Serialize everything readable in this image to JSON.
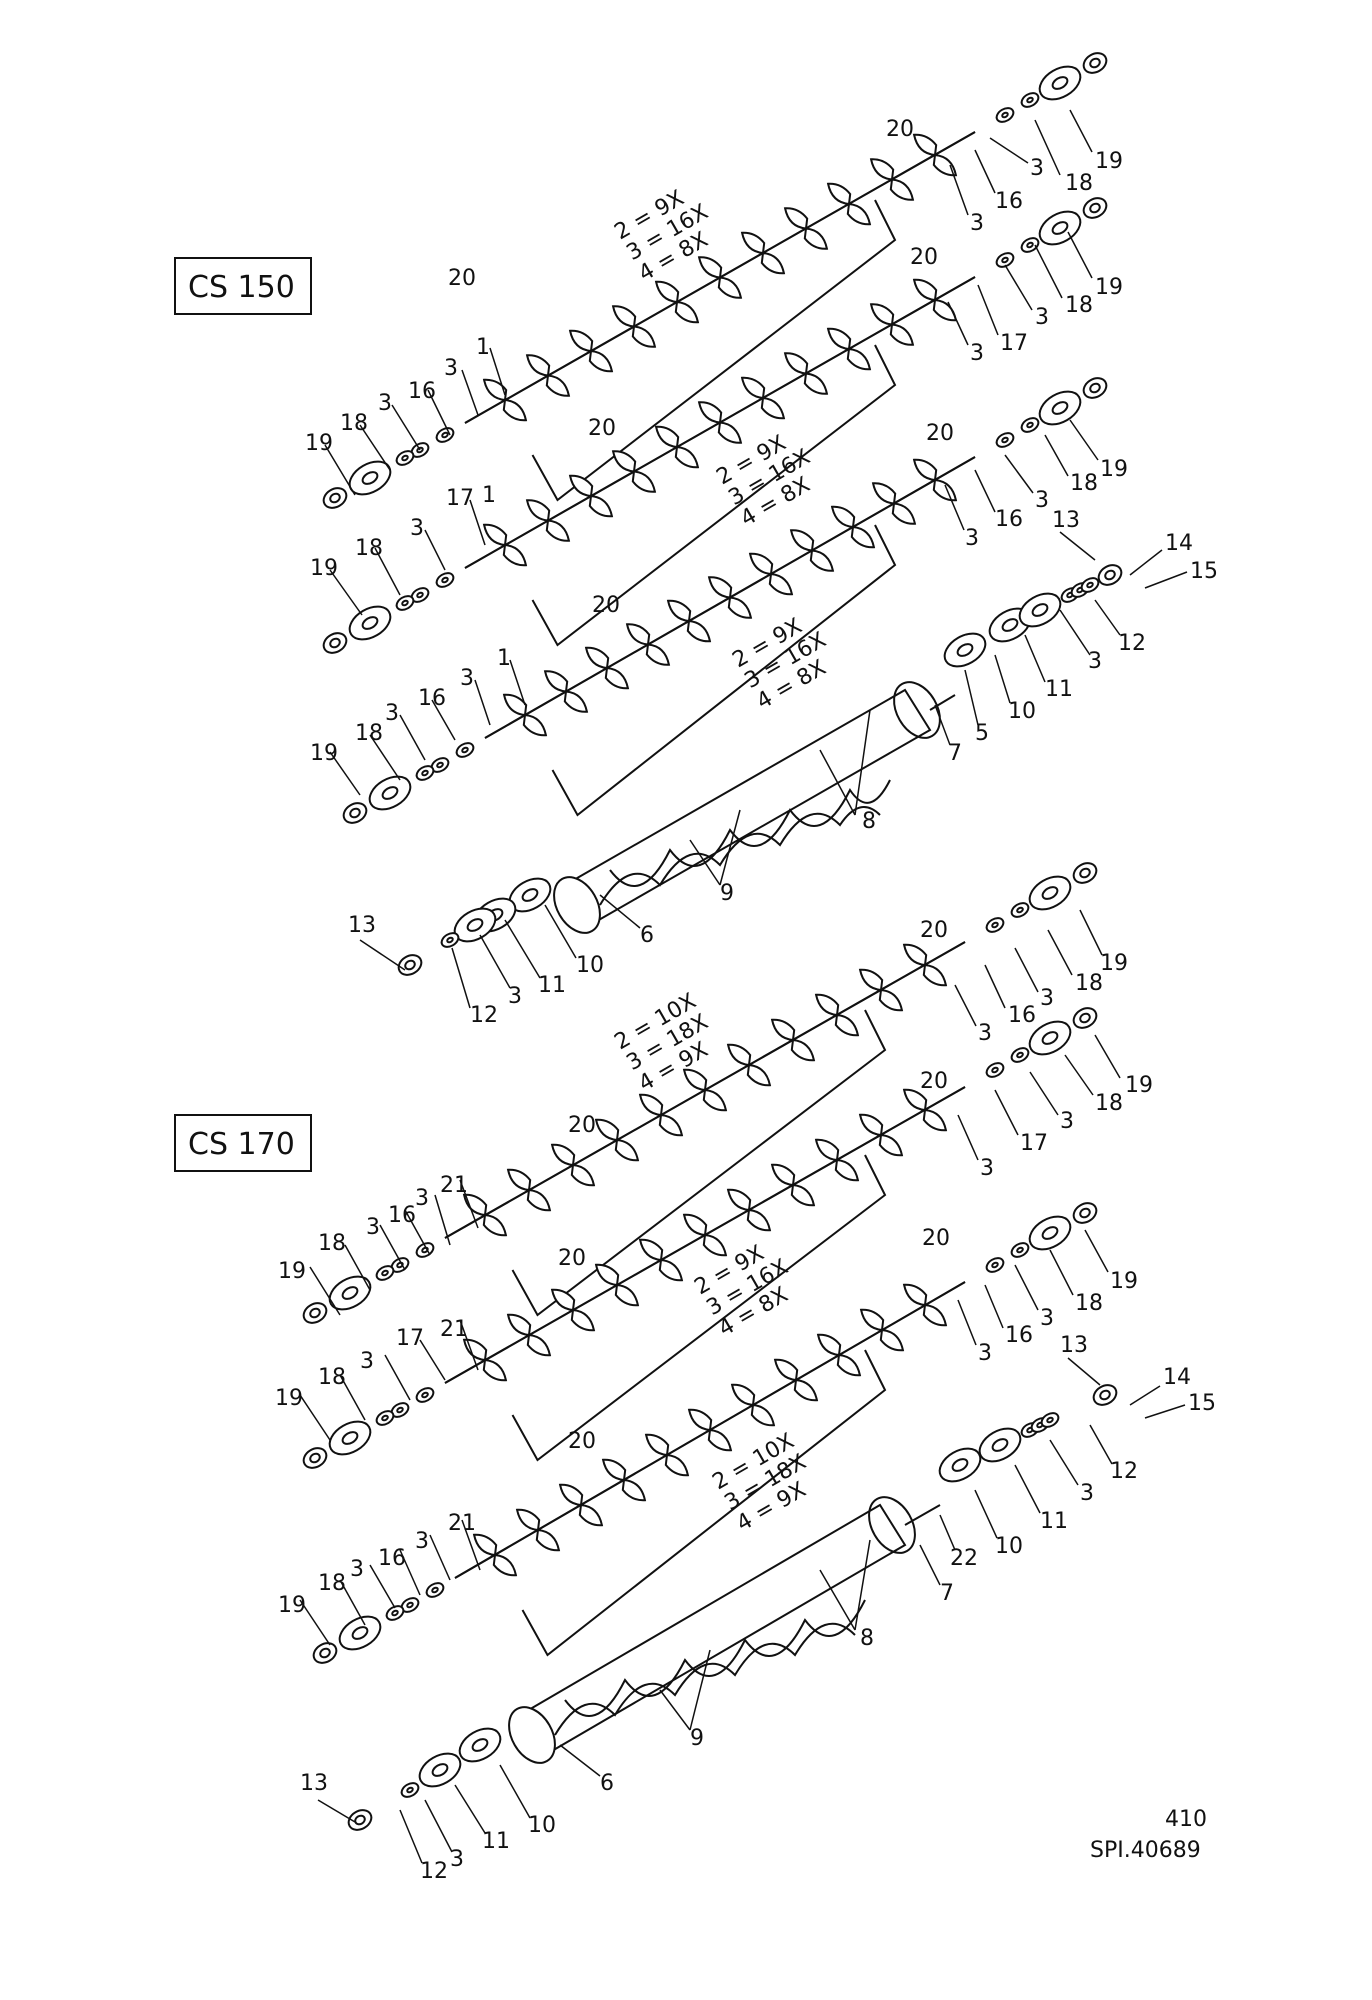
{
  "labels": {
    "cs150": "CS 150",
    "cs170": "CS 170"
  },
  "footer": {
    "page": "410",
    "ref": "SPI.40689"
  },
  "counts": {
    "a": {
      "l2": "2 = 9X",
      "l3": "3 = 16X",
      "l4": "4 = 8X"
    },
    "b": {
      "l2": "2 = 10X",
      "l3": "3 = 18X",
      "l4": "4 = 9X"
    }
  },
  "callouts": {
    "c1": "1",
    "c3": "3",
    "c5": "5",
    "c6": "6",
    "c7": "7",
    "c8": "8",
    "c9": "9",
    "c10": "10",
    "c11": "11",
    "c12": "12",
    "c13": "13",
    "c14": "14",
    "c15": "15",
    "c16": "16",
    "c17": "17",
    "c18": "18",
    "c19": "19",
    "c20": "20",
    "c21": "21",
    "c22": "22"
  }
}
